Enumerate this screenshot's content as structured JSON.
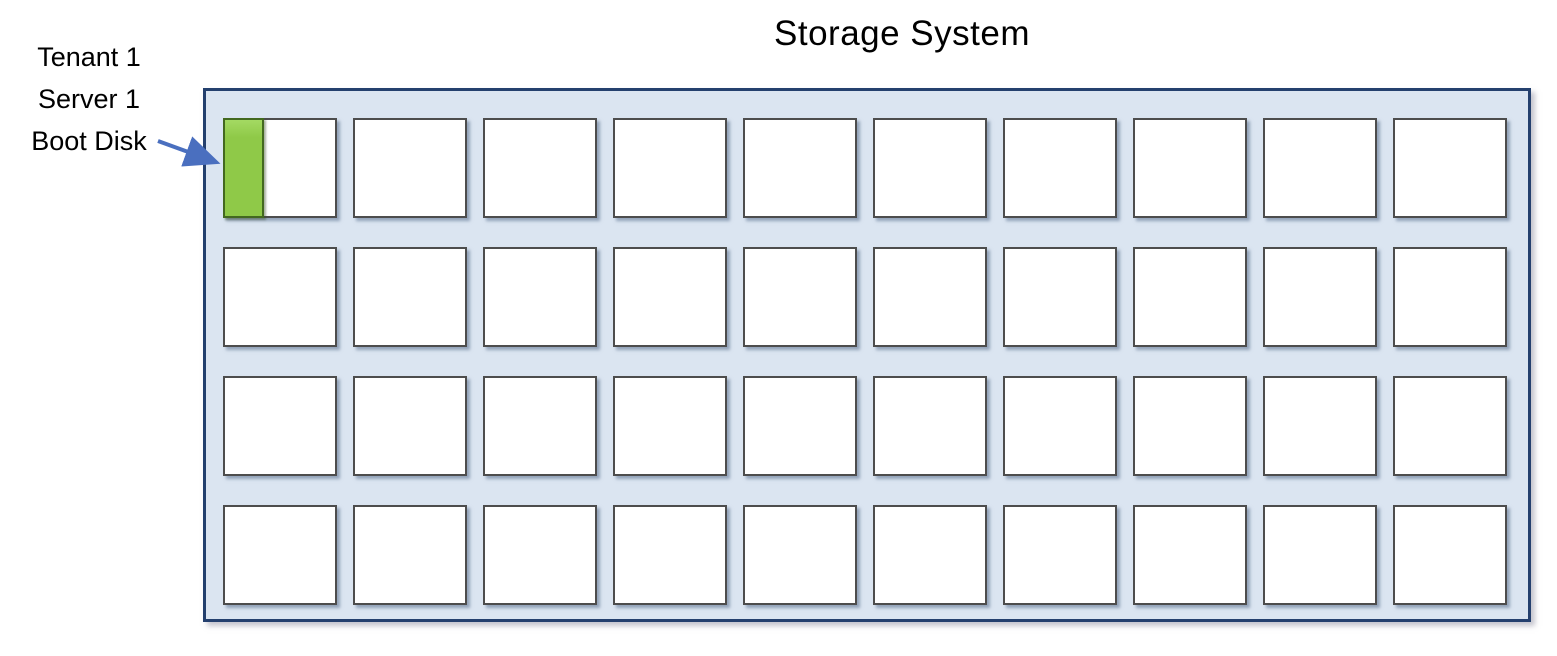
{
  "title": "Storage System",
  "annotation": {
    "lines": [
      "Tenant 1",
      "Server 1",
      "Boot Disk"
    ]
  },
  "storage": {
    "rows": 4,
    "cols": 10,
    "highlight": {
      "row": 0,
      "col": 0,
      "fraction": 0.37,
      "label": "Tenant 1 Server 1 Boot Disk"
    }
  },
  "icons": {
    "annotation_arrow": "arrow-pointer"
  },
  "colors": {
    "container_fill": "#dbe5f1",
    "container_border": "#24406e",
    "slot_fill": "#ffffff",
    "slot_border": "#4d4d4d",
    "highlight_fill": "#8fc948",
    "highlight_top": "#a4da63",
    "highlight_border": "#43691f",
    "arrow": "#4a6fbf",
    "text": "#000000"
  }
}
